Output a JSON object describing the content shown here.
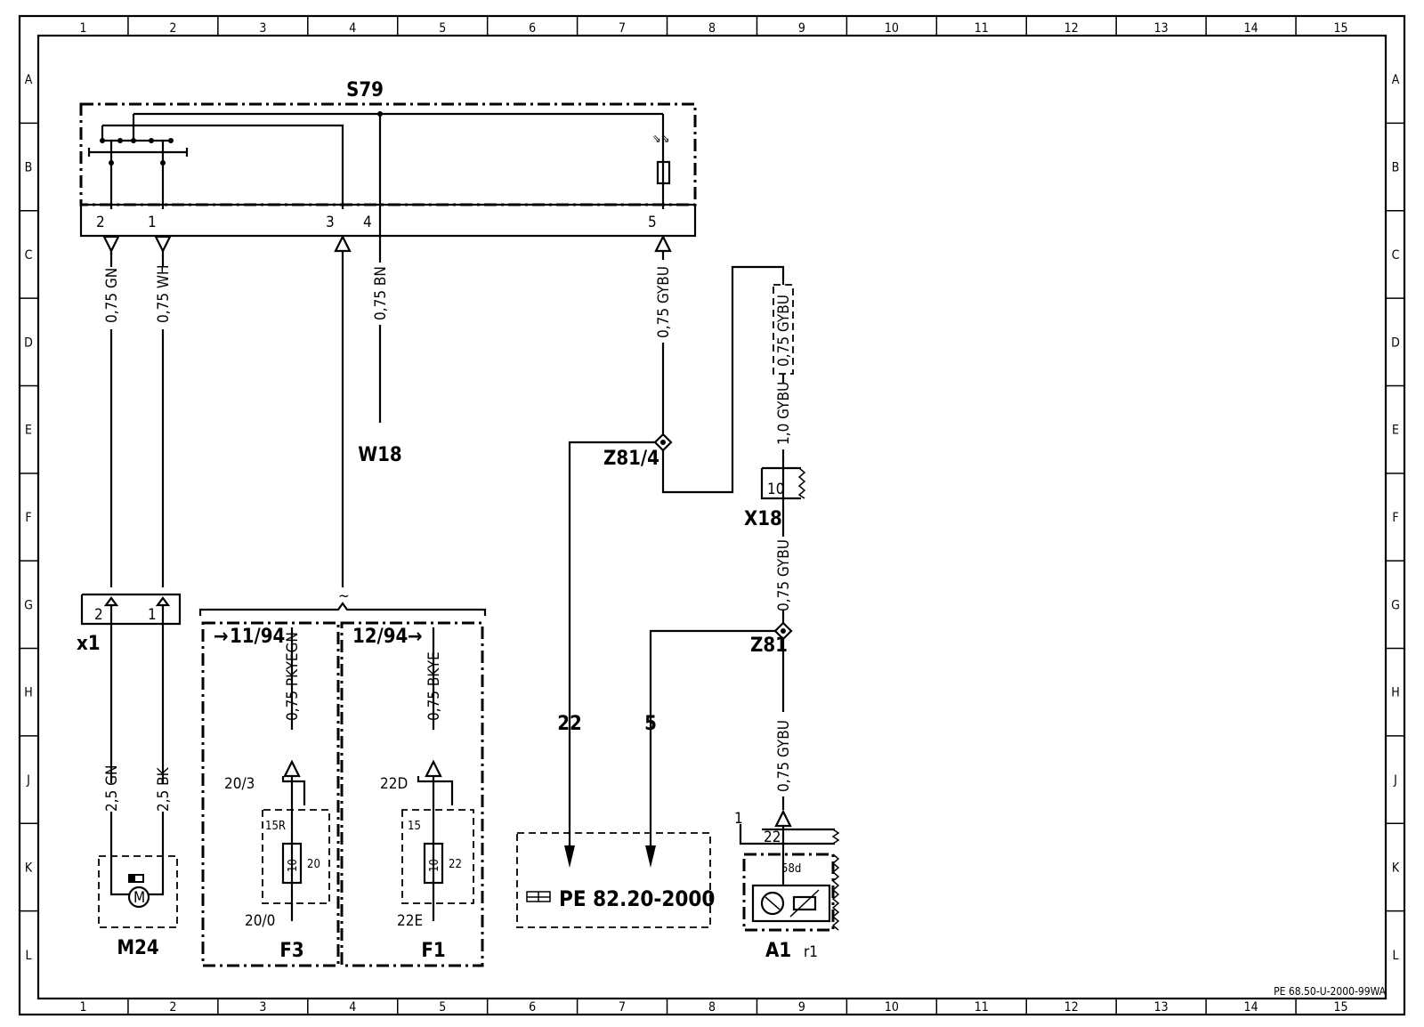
{
  "frame": {
    "columns": [
      "1",
      "2",
      "3",
      "4",
      "5",
      "6",
      "7",
      "8",
      "9",
      "10",
      "11",
      "12",
      "13",
      "14",
      "15"
    ],
    "rows": [
      "A",
      "B",
      "C",
      "D",
      "E",
      "F",
      "G",
      "H",
      "J",
      "K",
      "L"
    ],
    "doc_id": "PE 68.50-U-2000-99WA"
  },
  "components": {
    "s79": "S79",
    "w18": "W18",
    "x1": "x1",
    "m24": "M24",
    "f3": "F3",
    "f1": "F1",
    "z81_4": "Z81/4",
    "x18": "X18",
    "z81": "Z81",
    "a1": "A1",
    "a1_sub": "r1",
    "pe_ref": "PE  82.20-2000"
  },
  "pins": {
    "s79_2": "2",
    "s79_1": "1",
    "s79_3": "3",
    "s79_4": "4",
    "s79_5": "5",
    "x1_2": "2",
    "x1_1": "1",
    "x18_10": "10",
    "a1_1": "1",
    "a1_22": "22",
    "a1_58d": "58d",
    "f3_in": "20/3",
    "f3_out": "20/0",
    "f3_15r": "15R",
    "f3_10": "10",
    "f3_20": "20",
    "f1_in": "22D",
    "f1_out": "22E",
    "f1_15": "15",
    "f1_10": "10",
    "f1_22": "22",
    "m24_motor": "M"
  },
  "wires": {
    "gn_top": "0,75 GN",
    "wh_top": "0,75 WH",
    "bn": "0,75 BN",
    "gybu_top": "0,75 GYBU",
    "gybu_box": "0,75 GYBU",
    "gybu_10": "1,0 GYBU",
    "gybu_mid": "0,75 GYBU",
    "gybu_low": "0,75 GYBU",
    "pkyegn": "0,75 PKYEGN",
    "bkye": "0,75 BKYE",
    "gn_bot": "2,5 GN",
    "bk_bot": "2,5 BK"
  },
  "refs": {
    "r11_94": "11/94",
    "r12_94": "12/94",
    "tilde": "~",
    "to22": "22",
    "to5": "5",
    "book_icon": "reference-book-icon"
  }
}
